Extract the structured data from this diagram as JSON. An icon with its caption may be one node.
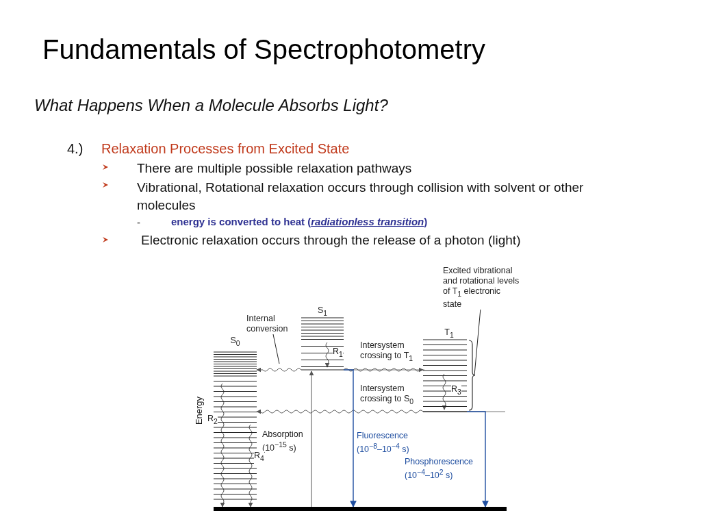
{
  "diagram": {
    "title": "Fundamentals of Spectrophotometry",
    "nodes": [
      {
        "text": [
          "S$_{0}$"
        ]
      },
      {
        "text": [
          "S$_{1}$"
        ]
      },
      {
        "text": [
          "T$_{1}$"
        ]
      },
      {
        "text": [],
        "shape": "line"
      },
      {
        "text": [
          "Internal conversion"
        ]
      },
      {
        "text": [
          "Excited vibrational and rotational levels of T$_{1}$ electronic state"
        ]
      }
    ],
    "edges": [
      {
        "from": 3,
        "to": 1,
        "arrow": "to",
        "label": "Absorption (10$^{−15}$ s)"
      },
      {
        "from": 1,
        "to": 0,
        "arrow": "to"
      },
      {
        "from": 1,
        "to": 2,
        "arrow": "to",
        "label": "Intersystem crossing to T$_{1}$"
      },
      {
        "from": 2,
        "to": 0,
        "arrow": "to",
        "label": "Intersystem crossing to S$_{0}$"
      },
      {
        "from": 1,
        "to": 3,
        "arrow": "to",
        "label": "Fluorescence (10$^{−8}$–10$^{−4}$ s)",
        "color": "#1f4ea0"
      },
      {
        "from": 2,
        "to": 3,
        "arrow": "to",
        "label": "Phosphorescence (10$^{−4}$–10$^{2}$ s)",
        "color": "#1f4ea0"
      },
      {
        "from": 4,
        "to": null,
        "arrow": "none"
      },
      {
        "from": 5,
        "to": 2,
        "arrow": "none"
      },
      {
        "from": 0,
        "to": 3,
        "arrow": "to",
        "label": "R$_{2}$"
      },
      {
        "from": 0,
        "to": 3,
        "arrow": "to",
        "label": "R$_{4}$"
      }
    ],
    "labels": [
      "What Happens When a Molecule Absorbs Light?",
      "4.)",
      "Relaxation Processes from Excited State",
      "There are multiple possible relaxation pathways",
      "Vibrational, Rotational relaxation occurs through collision with solvent or other molecules",
      "-",
      "energy is converted to heat (*radiationless transition*)",
      "Electronic relaxation occurs through the release of a photon (light)",
      "Energy",
      "R$_{1}$",
      "R$_{3}$"
    ]
  }
}
